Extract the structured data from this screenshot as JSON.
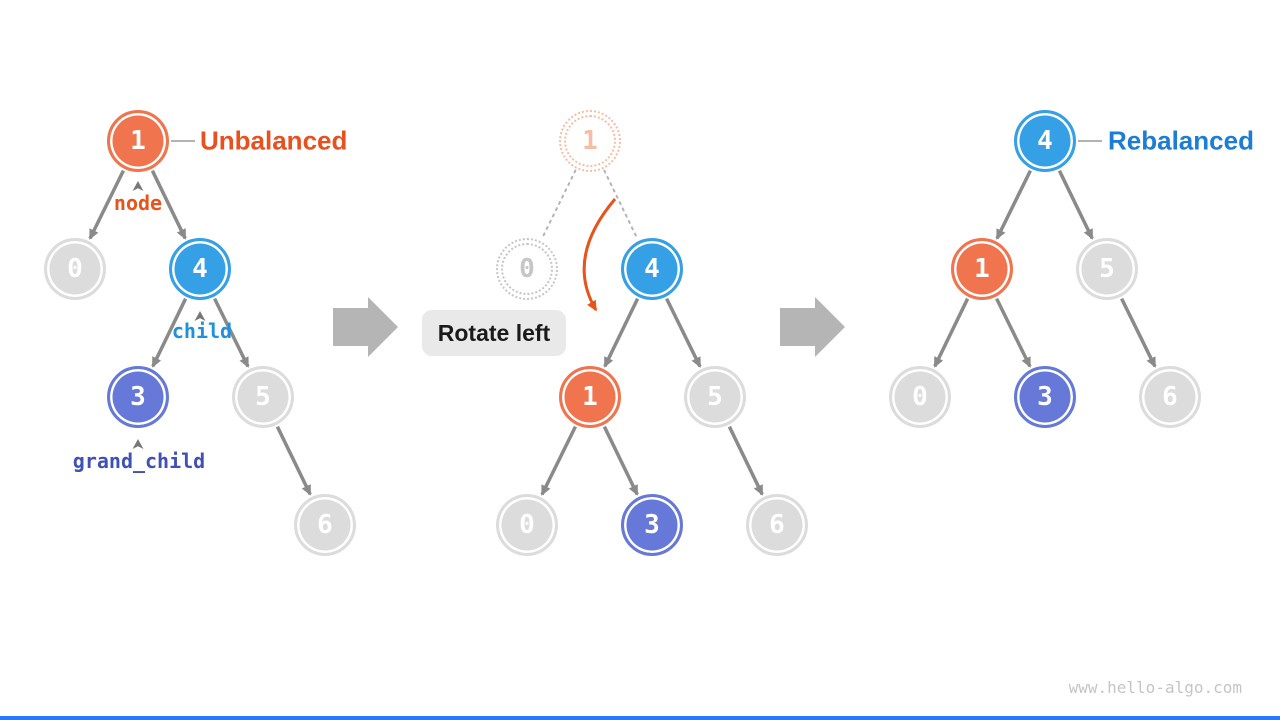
{
  "watermark": "www.hello-algo.com",
  "colors": {
    "node_orange": "#F0744E",
    "node_blue": "#35A0E6",
    "node_purple": "#6678D8",
    "node_gray": "#DCDCDC",
    "ghost_orange": "#F6BDA4",
    "ghost_gray": "#C6C6C6",
    "edge_gray": "#8A8A8A",
    "dotted_gray": "#B3B3B3",
    "big_arrow": "#B5B5B5",
    "accent_orange": "#E8531A",
    "caret_gray": "#777777",
    "title_orange": "#E8501E",
    "title_blue": "#1B7DD3",
    "label_orange": "#E8531A",
    "label_blue": "#1E90DD",
    "label_indigo": "#3F51B5",
    "box_bg": "#E9E9E9",
    "box_text": "#1A1A1A",
    "watermark": "#C5C5C5",
    "bottom_bar": "#2979FF"
  },
  "trees": {
    "left": {
      "title": "Unbalanced",
      "nodes": {
        "n1": "1",
        "n0": "0",
        "n4": "4",
        "n3": "3",
        "n5": "5",
        "n6": "6"
      },
      "annotations": {
        "node": "node",
        "child": "child",
        "grand_child": "grand_child"
      }
    },
    "middle": {
      "action": "Rotate left",
      "ghost_nodes": {
        "g1": "1",
        "g0": "0"
      },
      "nodes": {
        "n4": "4",
        "n1": "1",
        "n5": "5",
        "n0": "0",
        "n3": "3",
        "n6": "6"
      }
    },
    "right": {
      "title": "Rebalanced",
      "nodes": {
        "n4": "4",
        "n1": "1",
        "n5": "5",
        "n0": "0",
        "n3": "3",
        "n6": "6"
      }
    }
  }
}
